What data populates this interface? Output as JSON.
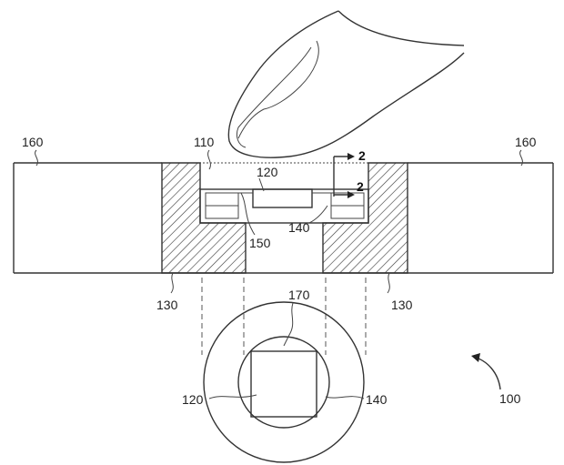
{
  "labels": {
    "l160_left": "160",
    "l160_right": "160",
    "l110": "110",
    "l120_top": "120",
    "l2_top": "2",
    "l2_mid": "2",
    "l140_top": "140",
    "l150": "150",
    "l130_left": "130",
    "l130_right": "130",
    "l170": "170",
    "l120_bottom": "120",
    "l140_bottom": "140",
    "l100": "100"
  }
}
